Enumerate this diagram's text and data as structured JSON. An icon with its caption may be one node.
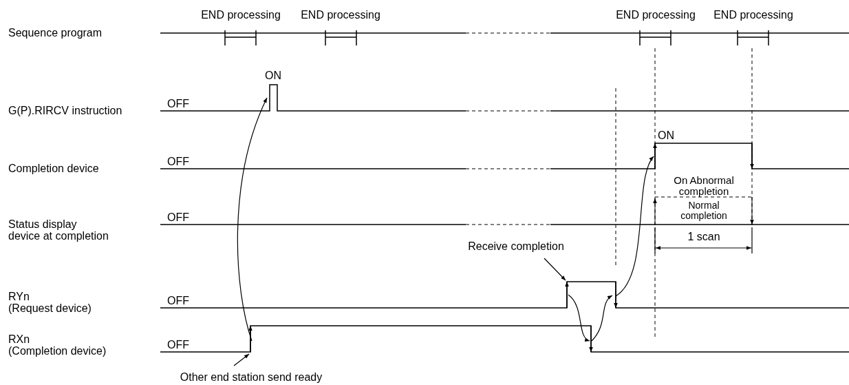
{
  "diagram": {
    "nodes": [
      {
        "text": [
          "Receive completion"
        ]
      },
      {
        "text": [
          "Other end station send ready"
        ]
      }
    ],
    "edges": [
      {
        "from": 0,
        "to": null,
        "arrow": "to"
      },
      {
        "from": 1,
        "to": null,
        "arrow": "to"
      }
    ],
    "labels": [
      "END processing",
      "END processing",
      "END processing",
      "END processing",
      "Sequence program",
      "ON",
      "OFF",
      "G(P).RIRCV instruction",
      "ON",
      "OFF",
      "Completion device",
      "On Abnormal completion",
      "OFF",
      "Status display device at completion",
      "Normal completion",
      "1 scan",
      "OFF",
      "RYn (Request device)",
      "OFF",
      "RXn (Completion device)"
    ]
  }
}
